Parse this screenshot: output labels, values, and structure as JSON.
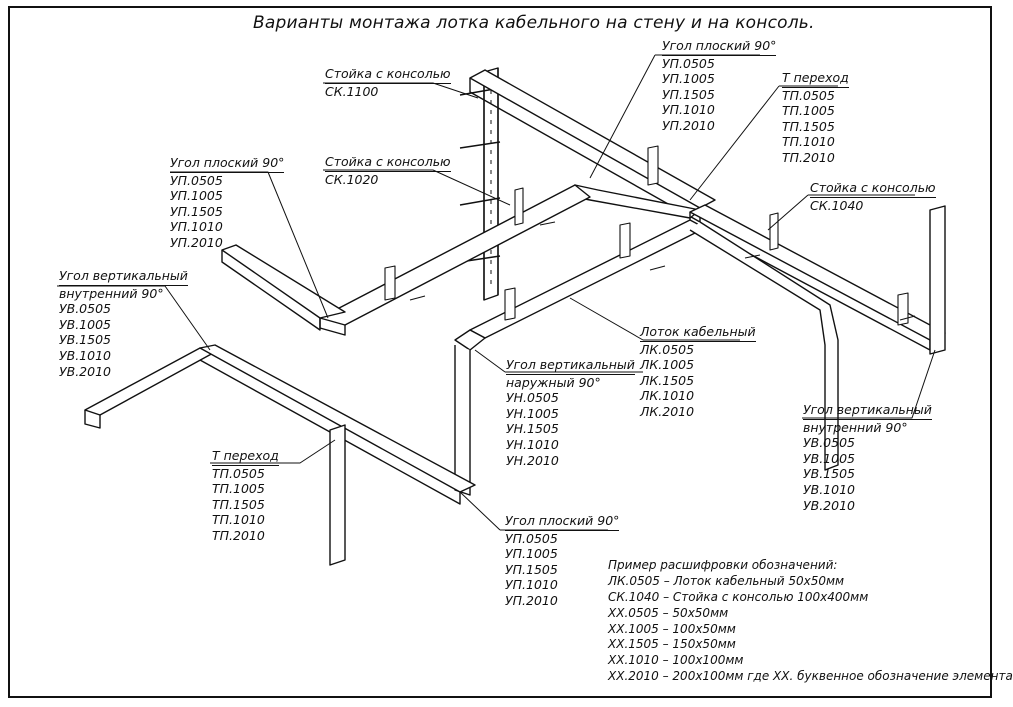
{
  "title": "Варианты монтажа лотка кабельного на стену и на консоль.",
  "callouts": [
    {
      "id": "c1",
      "caption": "Стойка с консолью",
      "codes": [
        "СК.1100"
      ]
    },
    {
      "id": "c2",
      "caption": "Угол плоский 90°",
      "codes": [
        "УП.0505",
        "УП.1005",
        "УП.1505",
        "УП.1010",
        "УП.2010"
      ]
    },
    {
      "id": "c3",
      "caption": "Т переход",
      "codes": [
        "ТП.0505",
        "ТП.1005",
        "ТП.1505",
        "ТП.1010",
        "ТП.2010"
      ]
    },
    {
      "id": "c4",
      "caption": "Угол плоский 90°",
      "codes": [
        "УП.0505",
        "УП.1005",
        "УП.1505",
        "УП.1010",
        "УП.2010"
      ]
    },
    {
      "id": "c5",
      "caption": "Стойка с консолью",
      "codes": [
        "СК.1020"
      ]
    },
    {
      "id": "c6",
      "caption": "Стойка с консолью",
      "codes": [
        "СК.1040"
      ]
    },
    {
      "id": "c7",
      "caption": "Угол вертикальный",
      "codes": [
        "внутренний 90°",
        "УВ.0505",
        "УВ.1005",
        "УВ.1505",
        "УВ.1010",
        "УВ.2010"
      ]
    },
    {
      "id": "c8",
      "caption": "Лоток кабельный",
      "codes": [
        "ЛК.0505",
        "ЛК.1005",
        "ЛК.1505",
        "ЛК.1010",
        "ЛК.2010"
      ]
    },
    {
      "id": "c9",
      "caption": "Угол вертикальный",
      "codes": [
        "наружный 90°",
        "УН.0505",
        "УН.1005",
        "УН.1505",
        "УН.1010",
        "УН.2010"
      ]
    },
    {
      "id": "c10",
      "caption": "Угол вертикальный",
      "codes": [
        "внутренний 90°",
        "УВ.0505",
        "УВ.1005",
        "УВ.1505",
        "УВ.1010",
        "УВ.2010"
      ]
    },
    {
      "id": "c11",
      "caption": "Т переход",
      "codes": [
        "ТП.0505",
        "ТП.1005",
        "ТП.1505",
        "ТП.1010",
        "ТП.2010"
      ]
    },
    {
      "id": "c12",
      "caption": "Угол плоский 90°",
      "codes": [
        "УП.0505",
        "УП.1005",
        "УП.1505",
        "УП.1010",
        "УП.2010"
      ]
    }
  ],
  "legend": {
    "heading": "Пример расшифровки обозначений:",
    "lines": [
      "ЛК.0505 – Лоток кабельный 50х50мм",
      "СК.1040 – Стойка с консолью 100х400мм",
      "ХХ.0505 – 50х50мм",
      "ХХ.1005 – 100х50мм",
      "ХХ.1505 – 150х50мм",
      "ХХ.1010 – 100х100мм",
      "ХХ.2010 – 200х100мм где ХХ. буквенное обозначение элемента"
    ]
  }
}
